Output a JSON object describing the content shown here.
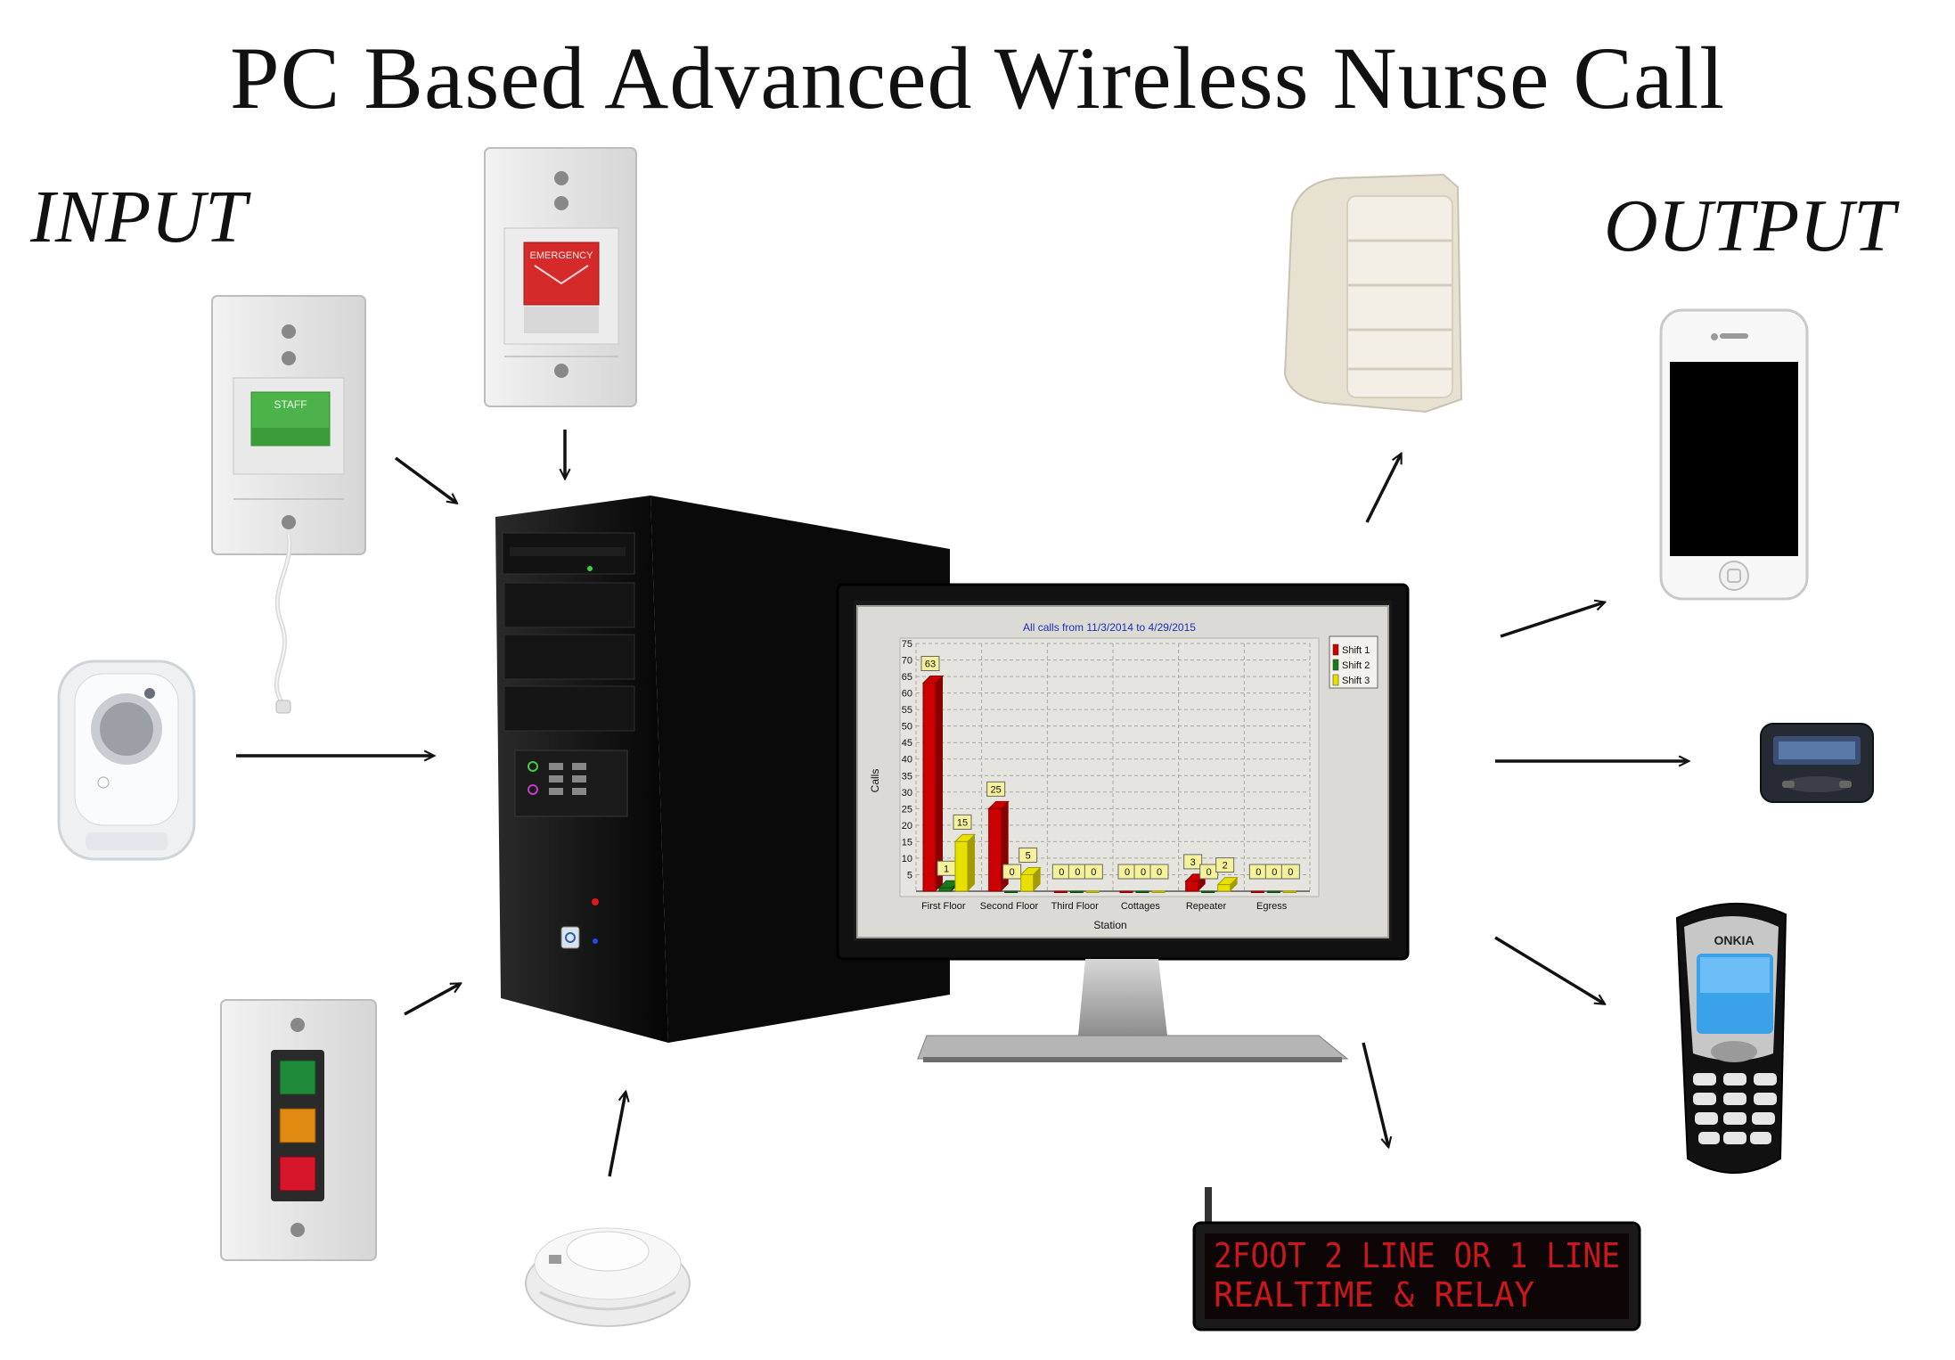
{
  "title": "PC Based Advanced Wireless Nurse Call",
  "labels": {
    "input": "INPUT",
    "output": "OUTPUT"
  },
  "device_text": {
    "staff_button": "STAFF",
    "emergency_button": "EMERGENCY",
    "phone_brand": "ONKIA"
  },
  "led_sign": {
    "line1": "2FOOT 2 LINE OR 1 LINE",
    "line2": "REALTIME & RELAY"
  },
  "colors": {
    "staff_green": "#4cb34a",
    "emergency_red": "#d42a2a",
    "led_red": "#c8181c",
    "chart_bg": "#dcdad5",
    "shift1": "#cc0000",
    "shift2": "#1a7a1a",
    "shift3": "#e8e000"
  },
  "chart_data": {
    "type": "bar",
    "title": "All calls from 11/3/2014 to 4/29/2015",
    "xlabel": "Station",
    "ylabel": "Calls",
    "ylim": [
      0,
      75
    ],
    "yticks": [
      5,
      10,
      15,
      20,
      25,
      30,
      35,
      40,
      45,
      50,
      55,
      60,
      65,
      70,
      75
    ],
    "categories": [
      "First Floor",
      "Second Floor",
      "Third Floor",
      "Cottages",
      "Repeater",
      "Egress"
    ],
    "series": [
      {
        "name": "Shift 1",
        "color": "#cc0000",
        "values": [
          63,
          25,
          0,
          0,
          3,
          0
        ]
      },
      {
        "name": "Shift 2",
        "color": "#1a7a1a",
        "values": [
          1,
          0,
          0,
          0,
          0,
          0
        ]
      },
      {
        "name": "Shift 3",
        "color": "#e8e000",
        "values": [
          15,
          5,
          0,
          0,
          2,
          0
        ]
      }
    ],
    "legend_position": "top-right",
    "grid": true
  }
}
